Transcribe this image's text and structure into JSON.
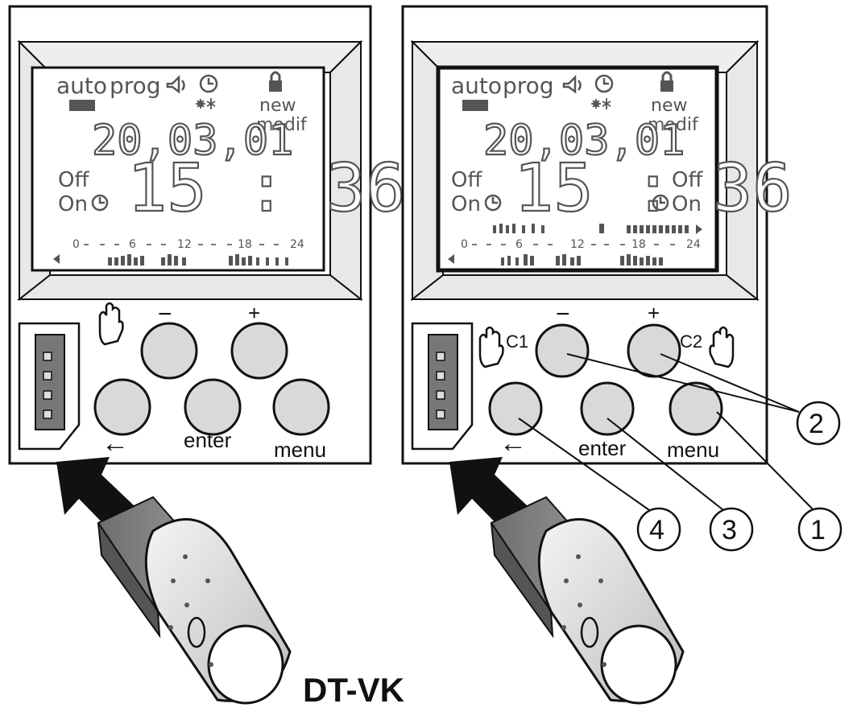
{
  "panels": [
    {
      "id": "left",
      "lcd": {
        "mode_auto": "auto",
        "mode_prog": "prog",
        "lock_label_new": "new",
        "lock_label_modif": "modif",
        "date": "20,03,01",
        "time": "15 : 36",
        "state_off": "Off",
        "state_on": "On",
        "scale": [
          "0",
          "6",
          "12",
          "18",
          "24"
        ]
      },
      "buttons": {
        "minus": "−",
        "plus": "+",
        "back": "←",
        "enter": "enter",
        "menu": "menu"
      }
    },
    {
      "id": "right",
      "lcd": {
        "mode_auto": "auto",
        "mode_prog": "prog",
        "lock_label_new": "new",
        "lock_label_modif": "modif",
        "date": "20,03,01",
        "time": "15 : 36",
        "state_off": "Off",
        "state_on": "On",
        "state_off_r": "Off",
        "state_on_r": "On",
        "scale": [
          "0",
          "6",
          "12",
          "18",
          "24"
        ]
      },
      "buttons": {
        "minus": "−",
        "plus": "+",
        "back": "←",
        "enter": "enter",
        "menu": "menu",
        "c1": "C1",
        "c2": "C2"
      },
      "callouts": [
        "2",
        "3",
        "4",
        "1"
      ]
    }
  ],
  "title": "DT-VK"
}
